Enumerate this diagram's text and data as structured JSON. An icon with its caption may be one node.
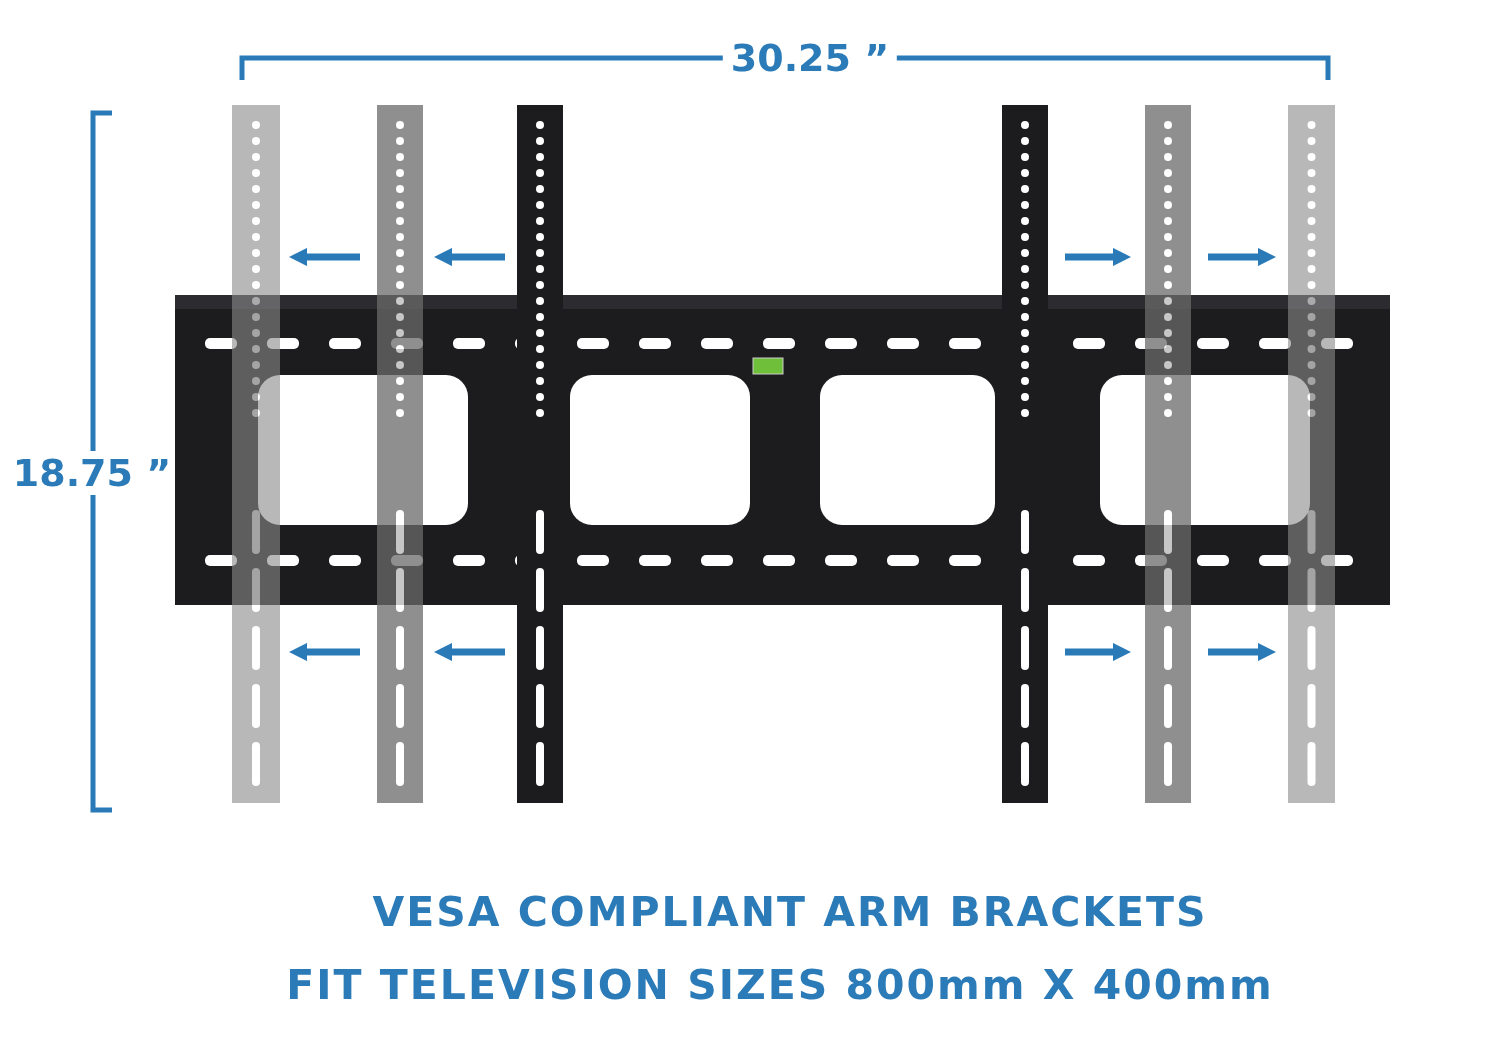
{
  "diagram": {
    "labels": [
      "30.25 ”",
      "18.75 ”",
      "VESA COMPLIANT ARM BRACKETS",
      "FIT TELEVISION SIZES 800mm X 400mm"
    ]
  }
}
